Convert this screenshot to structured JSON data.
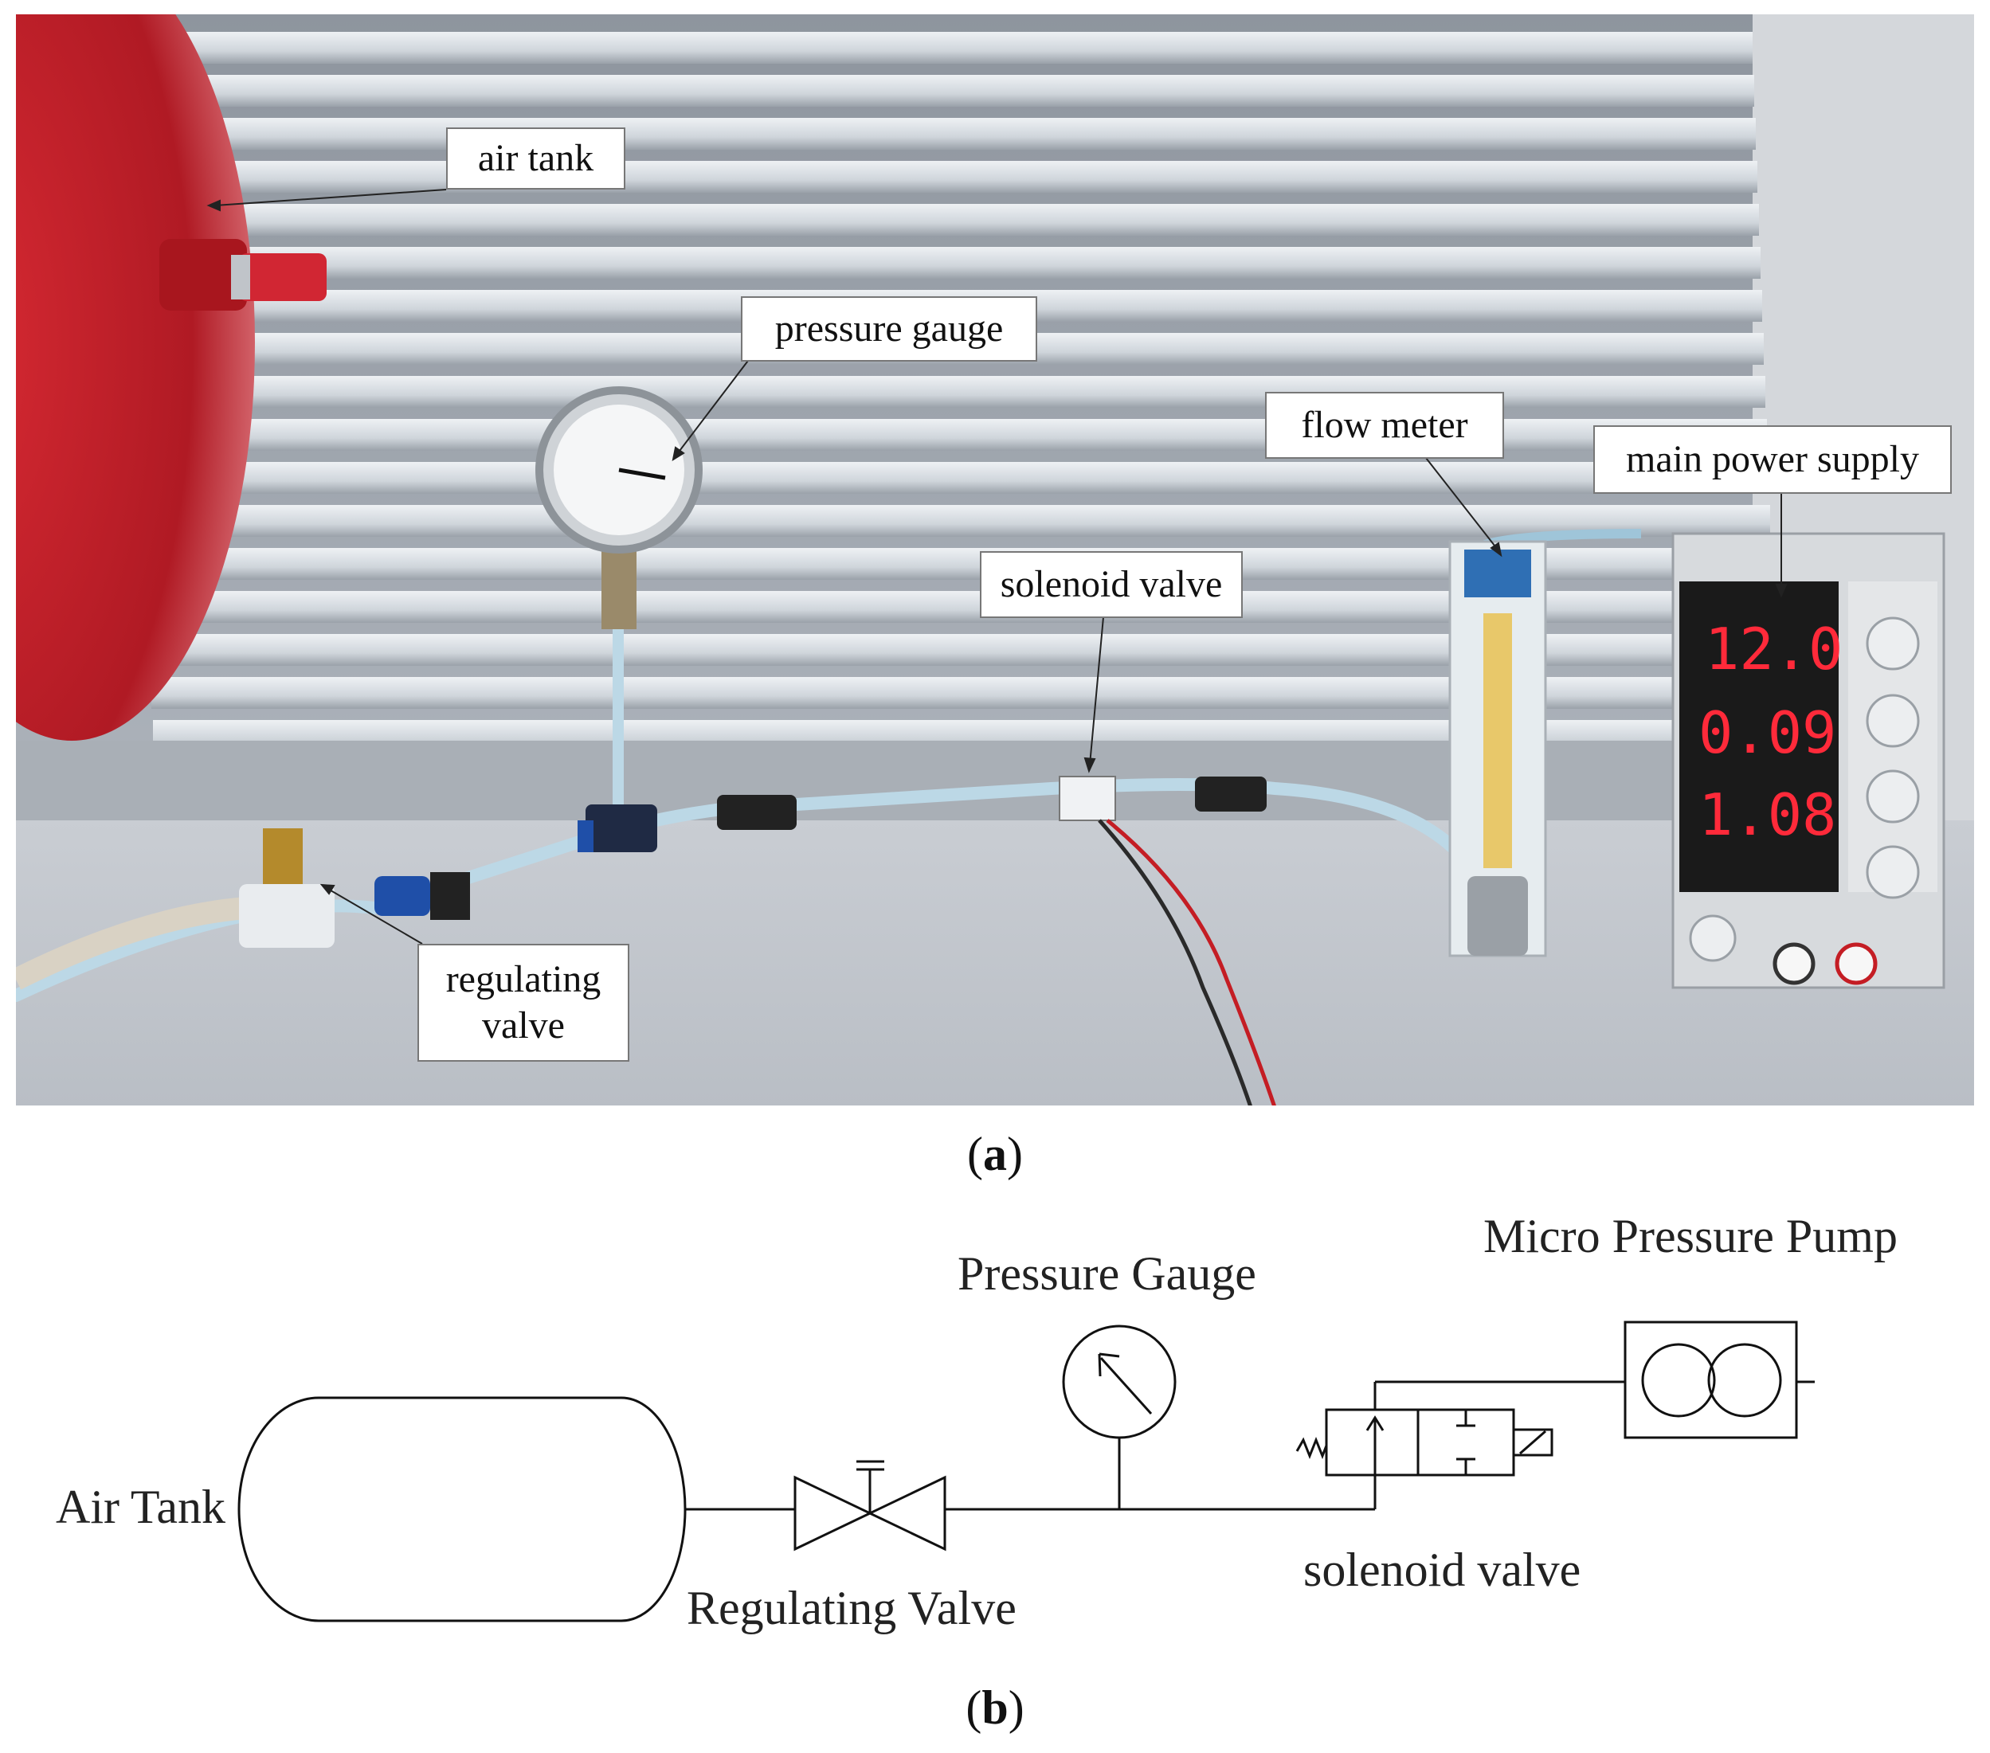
{
  "panel_a": {
    "callouts": {
      "air_tank": "air tank",
      "pressure_gauge": "pressure gauge",
      "flow_meter": "flow meter",
      "main_power_supply": "main power supply",
      "solenoid_valve": "solenoid valve",
      "regulating_valve_line1": "regulating",
      "regulating_valve_line2": "valve"
    },
    "power_supply_display": {
      "voltage": "12.0",
      "current": "0.09",
      "power": "1.08"
    },
    "caption": "a"
  },
  "panel_b": {
    "labels": {
      "air_tank": "Air Tank",
      "regulating_valve": "Regulating Valve",
      "pressure_gauge": "Pressure Gauge",
      "solenoid_valve": "solenoid valve",
      "micro_pressure_pump": "Micro Pressure Pump"
    },
    "caption": "b"
  },
  "colors": {
    "tank_red": "#c01e28",
    "louver_light": "#d8dde3",
    "louver_dark": "#8c939b",
    "table": "#c8ccd2",
    "tube": "#bcd8e6",
    "display_red": "#ff2a3a"
  }
}
